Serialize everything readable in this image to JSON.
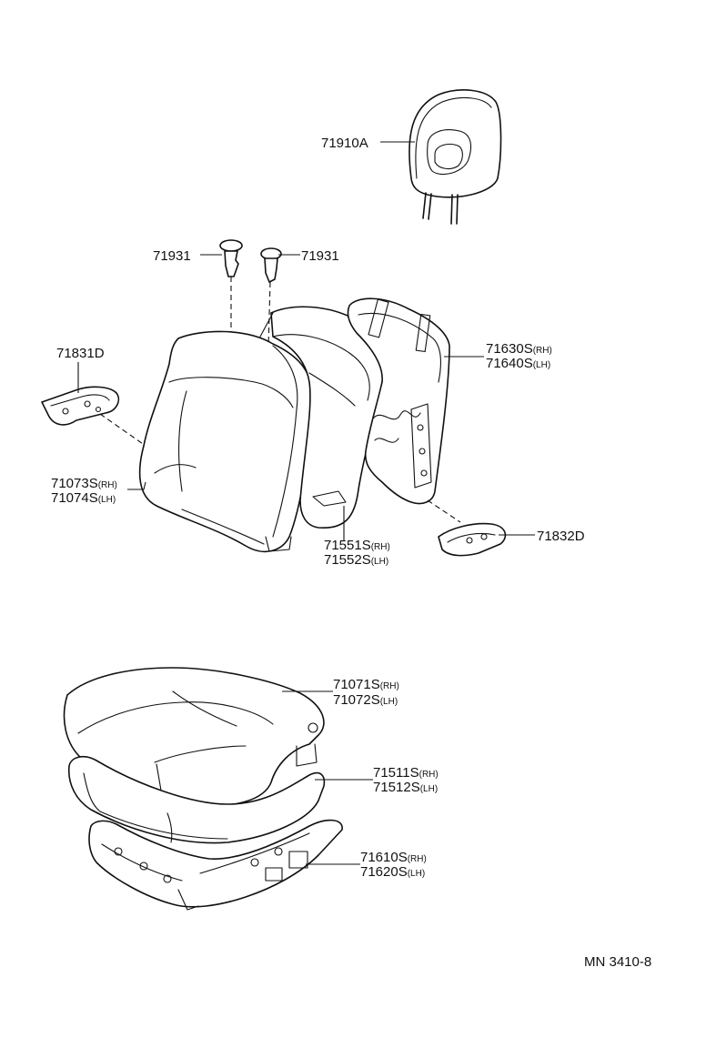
{
  "callouts": [
    {
      "id": "headrest",
      "part": "71910A",
      "side": ""
    },
    {
      "id": "support-left",
      "part": "71931",
      "side": ""
    },
    {
      "id": "support-right",
      "part": "71931",
      "side": ""
    },
    {
      "id": "hinge-cover-left",
      "part": "71831D",
      "side": ""
    },
    {
      "id": "back-cover-rh",
      "part": "71073S",
      "side": "(RH)"
    },
    {
      "id": "back-cover-lh",
      "part": "71074S",
      "side": "(LH)"
    },
    {
      "id": "back-pad-rh",
      "part": "71551S",
      "side": "(RH)"
    },
    {
      "id": "back-pad-lh",
      "part": "71552S",
      "side": "(LH)"
    },
    {
      "id": "back-frame-rh",
      "part": "71630S",
      "side": "(RH)"
    },
    {
      "id": "back-frame-lh",
      "part": "71640S",
      "side": "(LH)"
    },
    {
      "id": "hinge-cover-right",
      "part": "71832D",
      "side": ""
    },
    {
      "id": "cushion-cover-rh",
      "part": "71071S",
      "side": "(RH)"
    },
    {
      "id": "cushion-cover-lh",
      "part": "71072S",
      "side": "(LH)"
    },
    {
      "id": "cushion-pad-rh",
      "part": "71511S",
      "side": "(RH)"
    },
    {
      "id": "cushion-pad-lh",
      "part": "71512S",
      "side": "(LH)"
    },
    {
      "id": "cushion-frame-rh",
      "part": "71610S",
      "side": "(RH)"
    },
    {
      "id": "cushion-frame-lh",
      "part": "71620S",
      "side": "(LH)"
    }
  ],
  "footer": {
    "code": "MN  3410-8"
  }
}
